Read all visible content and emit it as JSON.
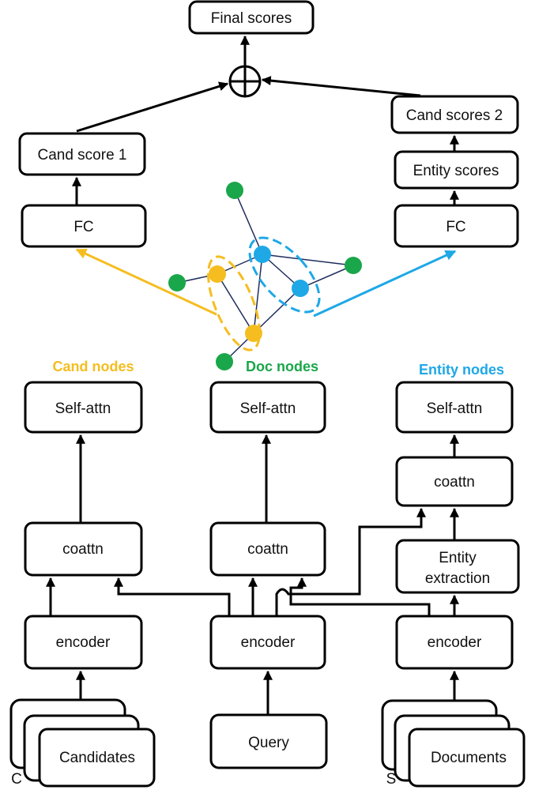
{
  "boxes": {
    "final_scores": "Final scores",
    "cand_score_1": "Cand score 1",
    "cand_scores_2": "Cand scores 2",
    "entity_scores": "Entity scores",
    "fc_left": "FC",
    "fc_right": "FC",
    "self_attn_cand": "Self-attn",
    "self_attn_doc": "Self-attn",
    "self_attn_entity": "Self-attn",
    "coattn_cand": "coattn",
    "coattn_doc": "coattn",
    "coattn_entity": "coattn",
    "entity_extraction_line1": "Entity",
    "entity_extraction_line2": "extraction",
    "encoder_cand": "encoder",
    "encoder_doc": "encoder",
    "encoder_entity": "encoder",
    "candidates": "Candidates",
    "query": "Query",
    "documents": "Documents"
  },
  "side_labels": {
    "c": "C",
    "s": "S"
  },
  "node_groups": {
    "cand": {
      "label": "Cand nodes",
      "color": "#f5bd1f"
    },
    "doc": {
      "label": "Doc nodes",
      "color": "#1aa64a"
    },
    "entity": {
      "label": "Entity nodes",
      "color": "#1ea8e6"
    }
  },
  "combine_symbol": "⊕"
}
